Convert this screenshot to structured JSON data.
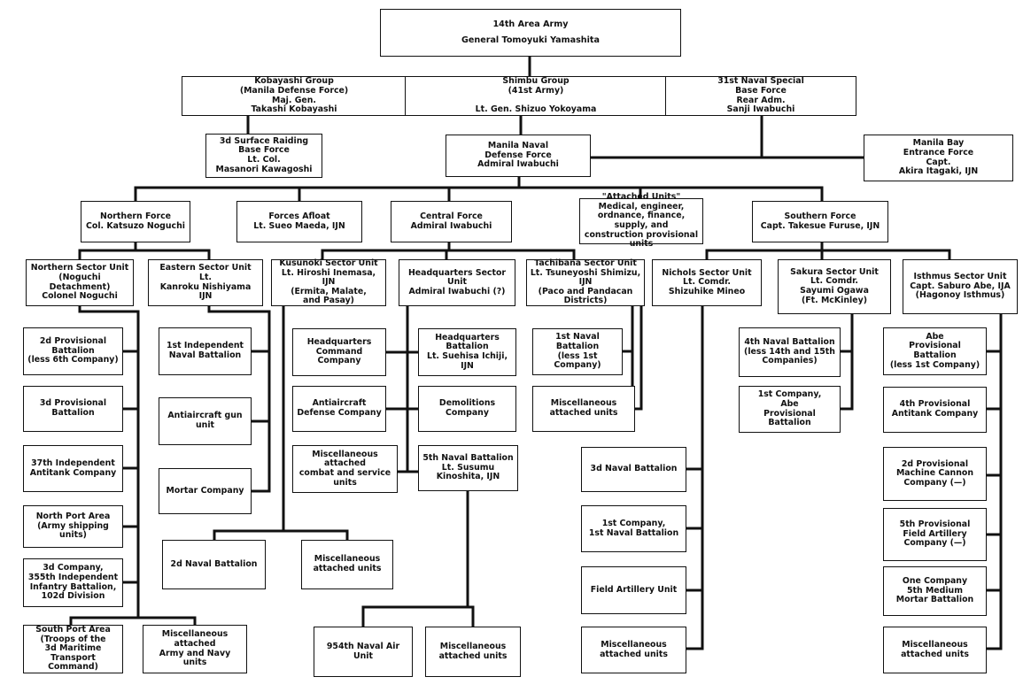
{
  "nodes": {
    "army": {
      "text": "14th Area Army\nGeneral Tomoyuki Yamashita"
    },
    "kobayashi": {
      "text": "Kobayashi Group\n(Manila Defense Force)\nMaj. Gen.\nTakashi Kobayashi"
    },
    "shimbu": {
      "text": "Shimbu Group\n(41st Army)\n\nLt. Gen. Shizuo Yokoyama"
    },
    "naval31": {
      "text": "31st Naval Special\nBase Force\nRear Adm.\nSanji Iwabuchi"
    },
    "raiding": {
      "text": "3d Surface Raiding\nBase Force\nLt. Col.\nMasanori Kawagoshi"
    },
    "mnd": {
      "text": "Manila Naval\nDefense Force\nAdmiral Iwabuchi"
    },
    "manilabay": {
      "text": "Manila Bay\nEntrance Force\nCapt.\nAkira Itagaki, IJN"
    },
    "northern": {
      "text": "Northern Force\nCol. Katsuzo Noguchi"
    },
    "afloat": {
      "text": "Forces Afloat\nLt. Sueo Maeda, IJN"
    },
    "central": {
      "text": "Central Force\nAdmiral Iwabuchi"
    },
    "attached": {
      "text": "\"Attached Units\"\nMedical, engineer,\nordnance, finance, supply, and\nconstruction provisional units"
    },
    "southern": {
      "text": "Southern Force\nCapt. Takesue Furuse, IJN"
    },
    "nsu": {
      "text": "Northern Sector Unit\n(Noguchi Detachment)\nColonel Noguchi"
    },
    "esu": {
      "text": "Eastern Sector Unit\nLt.\nKanroku Nishiyama\nIJN"
    },
    "ksu": {
      "text": "Kusunoki Sector Unit\nLt. Hiroshi Inemasa, IJN\n(Ermita, Malate,\nand Pasay)"
    },
    "hsu": {
      "text": "Headquarters Sector Unit\nAdmiral Iwabuchi (?)"
    },
    "tsu": {
      "text": "Tachibana Sector Unit\nLt. Tsuneyoshi Shimizu, IJN\n(Paco and Pandacan\nDistricts)"
    },
    "nicsu": {
      "text": "Nichols Sector Unit\nLt. Comdr.\nShizuhike Mineo"
    },
    "sak": {
      "text": "Sakura Sector Unit\nLt. Comdr.\nSayumi Ogawa\n(Ft. McKinley)"
    },
    "ist": {
      "text": "Isthmus Sector Unit\nCapt. Saburo Abe, IJA\n(Hagonoy Isthmus)"
    },
    "n1": {
      "text": "2d Provisional Battalion\n(less 6th Company)"
    },
    "n2": {
      "text": "3d Provisional Battalion"
    },
    "n3": {
      "text": "37th Independent\nAntitank Company"
    },
    "n4": {
      "text": "North Port Area\n(Army shipping units)"
    },
    "n5": {
      "text": "3d Company,\n355th Independent\nInfantry Battalion,\n102d Division"
    },
    "n6": {
      "text": "South Port Area\n(Troops of the\n3d Maritime\nTransport Command)"
    },
    "n7": {
      "text": "Miscellaneous attached\nArmy and Navy units"
    },
    "e1": {
      "text": "1st Independent\nNaval Battalion"
    },
    "e2": {
      "text": "Antiaircraft gun unit"
    },
    "e3": {
      "text": "Mortar Company"
    },
    "k1": {
      "text": "2d Naval Battalion"
    },
    "k2": {
      "text": "Miscellaneous\nattached units"
    },
    "c1": {
      "text": "Headquarters\nCommand Company"
    },
    "c2": {
      "text": "Antiaircraft\nDefense Company"
    },
    "c3": {
      "text": "Miscellaneous attached\ncombat and service units"
    },
    "c4": {
      "text": "Headquarters Battalion\nLt. Suehisa Ichiji, IJN"
    },
    "c5": {
      "text": "Demolitions Company"
    },
    "c6": {
      "text": "5th Naval Battalion\nLt. Susumu Kinoshita, IJN"
    },
    "c7": {
      "text": "954th Naval Air Unit"
    },
    "c8": {
      "text": "Miscellaneous\nattached units"
    },
    "t1": {
      "text": "1st Naval Battalion\n(less 1st Company)"
    },
    "t2": {
      "text": "Miscellaneous\nattached units"
    },
    "ni1": {
      "text": "3d Naval Battalion"
    },
    "ni2": {
      "text": "1st Company,\n1st Naval Battalion"
    },
    "ni3": {
      "text": "Field Artillery Unit"
    },
    "ni4": {
      "text": "Miscellaneous\nattached units"
    },
    "s1": {
      "text": "4th Naval Battalion\n(less 14th and 15th\nCompanies)"
    },
    "s2": {
      "text": "1st Company,\nAbe\nProvisional Battalion"
    },
    "i1": {
      "text": "Abe\nProvisional Battalion\n(less 1st Company)"
    },
    "i2": {
      "text": "4th Provisional\nAntitank Company"
    },
    "i3": {
      "text": "2d Provisional\nMachine Cannon\nCompany (—)"
    },
    "i4": {
      "text": "5th Provisional\nField Artillery\nCompany (—)"
    },
    "i5": {
      "text": "One Company\n5th Medium\nMortar Battalion"
    },
    "i6": {
      "text": "Miscellaneous\nattached units"
    }
  }
}
